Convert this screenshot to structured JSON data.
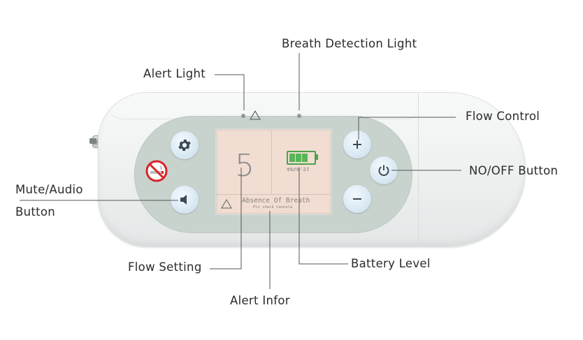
{
  "callouts": {
    "breath_detection_light": "Breath Detection Light",
    "alert_light": "Alert Light",
    "flow_control": "Flow Control",
    "on_off_button": "NO/OFF Button",
    "mute_audio_line1": "Mute/Audio",
    "mute_audio_line2": "Button",
    "flow_setting": "Flow Setting",
    "battery_level": "Battery Level",
    "alert_infor": "Alert Infor"
  },
  "screen": {
    "flow_value": "5",
    "battery_readout": "48%0:51",
    "alert_message": "Absence Of Breath",
    "alert_subtext": "Pls check Cannula"
  },
  "battery": {
    "level_fraction": 0.75
  },
  "icons": {
    "settings": "gear-icon",
    "no_smoking": "no-smoking-icon",
    "mute": "speaker-icon",
    "plus": "plus-icon",
    "minus": "minus-icon",
    "power": "power-icon",
    "alert": "alert-triangle-icon"
  },
  "colors": {
    "panel": "#c9d3ce",
    "screen": "#f1ddd2",
    "button": "#d9e9f3",
    "battery": "#4aa34a",
    "no_smoking": "#d9232a"
  }
}
